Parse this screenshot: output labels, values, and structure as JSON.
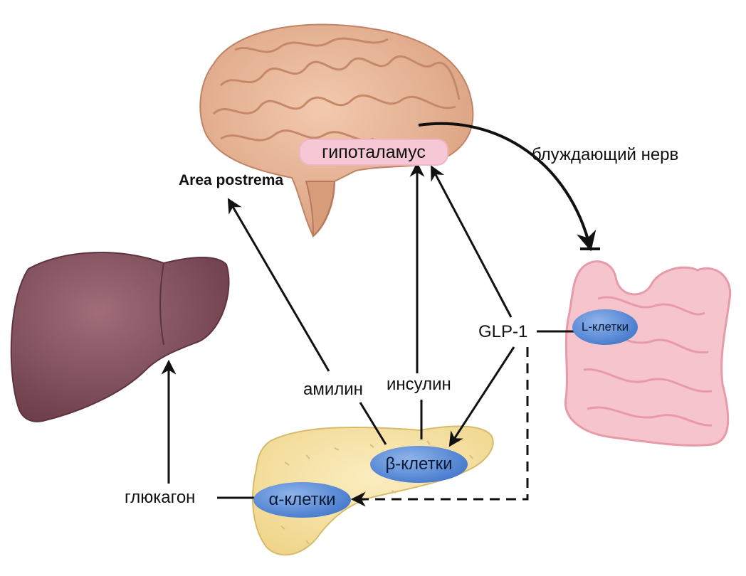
{
  "nodes": {
    "hypothalamus": "гипоталамус",
    "area_postrema": "Area postrema",
    "vagus_nerve": "блуждающий нерв",
    "glp1": "GLP-1",
    "l_cells": "L-клетки",
    "beta_cells": "β-клетки",
    "alpha_cells": "α-клетки",
    "amylin": "амилин",
    "insulin": "инсулин",
    "glucagon": "глюкагон"
  },
  "icons": {
    "brain": "brain-icon",
    "liver": "liver-icon",
    "intestine": "intestine-icon",
    "pancreas": "pancreas-icon"
  },
  "colors": {
    "brain": "#eab89a",
    "liver": "#8e5a66",
    "intestine": "#f6c4cc",
    "pancreas": "#f8e6a6",
    "cell": "#5b8bd6",
    "hypothalamus_label": "#f6c7d4",
    "arrow": "#111111"
  }
}
